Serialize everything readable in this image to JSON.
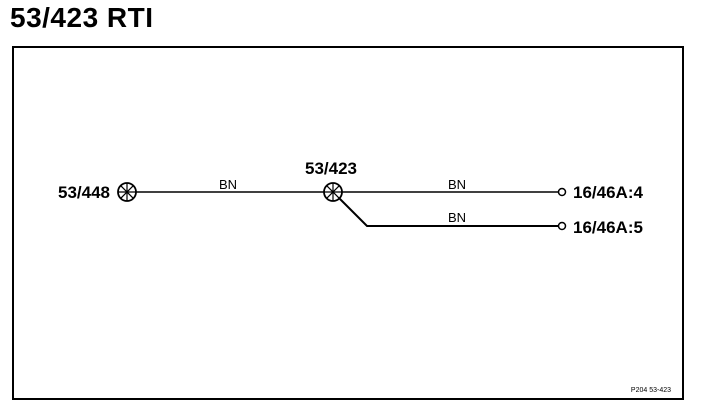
{
  "title": "53/423 RTI",
  "nodes": {
    "left_connector": "53/448",
    "center_connector": "53/423",
    "terminal_top": "16/46A:4",
    "terminal_bottom": "16/46A:5"
  },
  "wires": {
    "left_segment": "BN",
    "top_right_segment": "BN",
    "bottom_right_segment": "BN"
  },
  "reference": "P204 53-423"
}
